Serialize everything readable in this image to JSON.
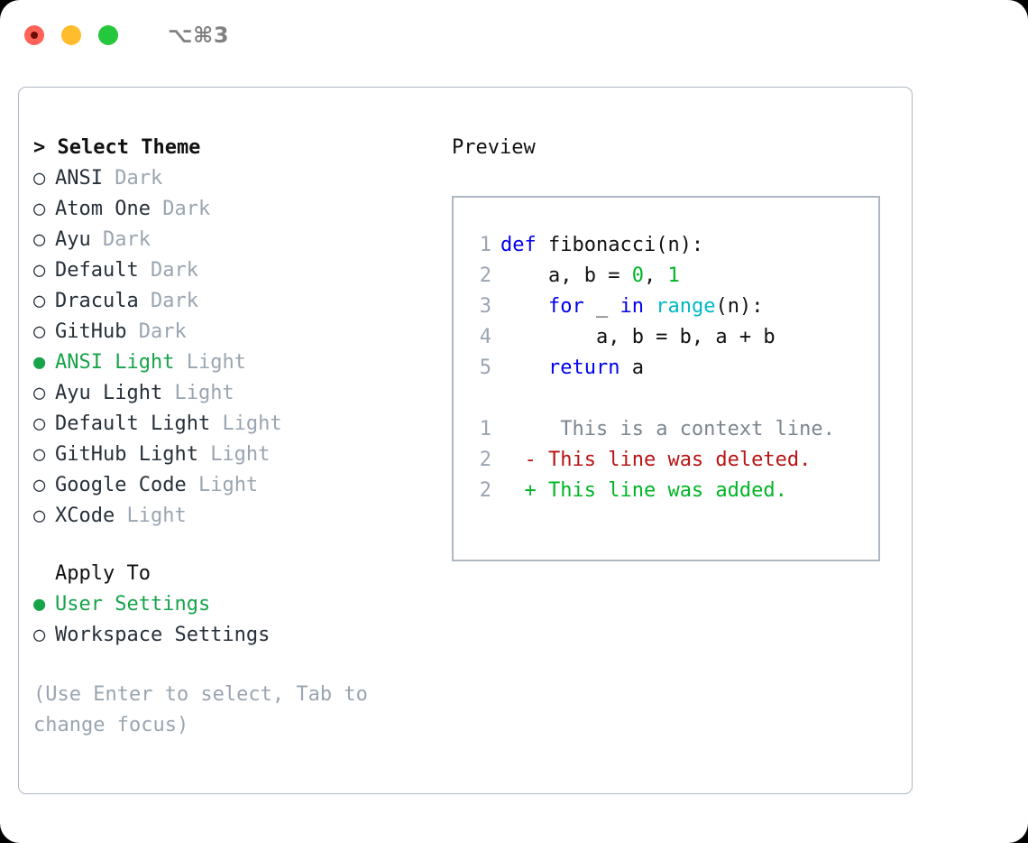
{
  "titlebar": {
    "shortcut": "⌥⌘3",
    "buttons": [
      {
        "name": "close",
        "color": "#ff6259"
      },
      {
        "name": "minimize",
        "color": "#ffbd2e"
      },
      {
        "name": "zoom",
        "color": "#25c73d"
      }
    ]
  },
  "theme_panel": {
    "header": "> Select Theme",
    "items": [
      {
        "marker": "○",
        "name": "ANSI",
        "suffix": "Dark",
        "selected": false
      },
      {
        "marker": "○",
        "name": "Atom One",
        "suffix": "Dark",
        "selected": false
      },
      {
        "marker": "○",
        "name": "Ayu",
        "suffix": "Dark",
        "selected": false
      },
      {
        "marker": "○",
        "name": "Default",
        "suffix": "Dark",
        "selected": false
      },
      {
        "marker": "○",
        "name": "Dracula",
        "suffix": "Dark",
        "selected": false
      },
      {
        "marker": "○",
        "name": "GitHub",
        "suffix": "Dark",
        "selected": false
      },
      {
        "marker": "●",
        "name": "ANSI Light",
        "suffix": "Light",
        "selected": true
      },
      {
        "marker": "○",
        "name": "Ayu Light",
        "suffix": "Light",
        "selected": false
      },
      {
        "marker": "○",
        "name": "Default Light",
        "suffix": "Light",
        "selected": false
      },
      {
        "marker": "○",
        "name": "GitHub Light",
        "suffix": "Light",
        "selected": false
      },
      {
        "marker": "○",
        "name": "Google Code",
        "suffix": "Light",
        "selected": false
      },
      {
        "marker": "○",
        "name": "XCode",
        "suffix": "Light",
        "selected": false
      }
    ]
  },
  "apply_to": {
    "header": "Apply To",
    "items": [
      {
        "marker": "●",
        "label": "User Settings",
        "selected": true
      },
      {
        "marker": "○",
        "label": "Workspace Settings",
        "selected": false
      }
    ]
  },
  "hint": "(Use Enter to select, Tab to change focus)",
  "preview": {
    "title": "Preview",
    "code_lines": [
      {
        "n": "1",
        "segments": [
          {
            "t": "def",
            "c": "kw"
          },
          {
            "t": " fibonacci(n):",
            "c": "txt"
          }
        ]
      },
      {
        "n": "2",
        "segments": [
          {
            "t": "    a, b = ",
            "c": "txt"
          },
          {
            "t": "0",
            "c": "num"
          },
          {
            "t": ", ",
            "c": "txt"
          },
          {
            "t": "1",
            "c": "num"
          }
        ]
      },
      {
        "n": "3",
        "segments": [
          {
            "t": "    ",
            "c": "txt"
          },
          {
            "t": "for",
            "c": "kw"
          },
          {
            "t": " _ ",
            "c": "txt"
          },
          {
            "t": "in",
            "c": "kw"
          },
          {
            "t": " ",
            "c": "txt"
          },
          {
            "t": "range",
            "c": "fn"
          },
          {
            "t": "(n):",
            "c": "txt"
          }
        ]
      },
      {
        "n": "4",
        "segments": [
          {
            "t": "        a, b = b, a + b",
            "c": "txt"
          }
        ]
      },
      {
        "n": "5",
        "segments": [
          {
            "t": "    ",
            "c": "txt"
          },
          {
            "t": "return",
            "c": "kw"
          },
          {
            "t": " a",
            "c": "txt"
          }
        ]
      }
    ],
    "diff_lines": [
      {
        "n": "1",
        "marker": " ",
        "text": "  This is a context line.",
        "kind": "diff-ctx"
      },
      {
        "n": "2",
        "marker": "-",
        "text": " This line was deleted.",
        "kind": "diff-del"
      },
      {
        "n": "2",
        "marker": "+",
        "text": " This line was added.",
        "kind": "diff-add"
      }
    ]
  },
  "colors": {
    "accent_green": "#16a34a",
    "muted_gray": "#9aa5b1",
    "border": "#aeb7c2",
    "keyword_blue": "#0000ee",
    "function_cyan": "#00b8c4",
    "number_green": "#00b526",
    "diff_delete_red": "#b81414",
    "diff_add_green": "#00b526"
  }
}
